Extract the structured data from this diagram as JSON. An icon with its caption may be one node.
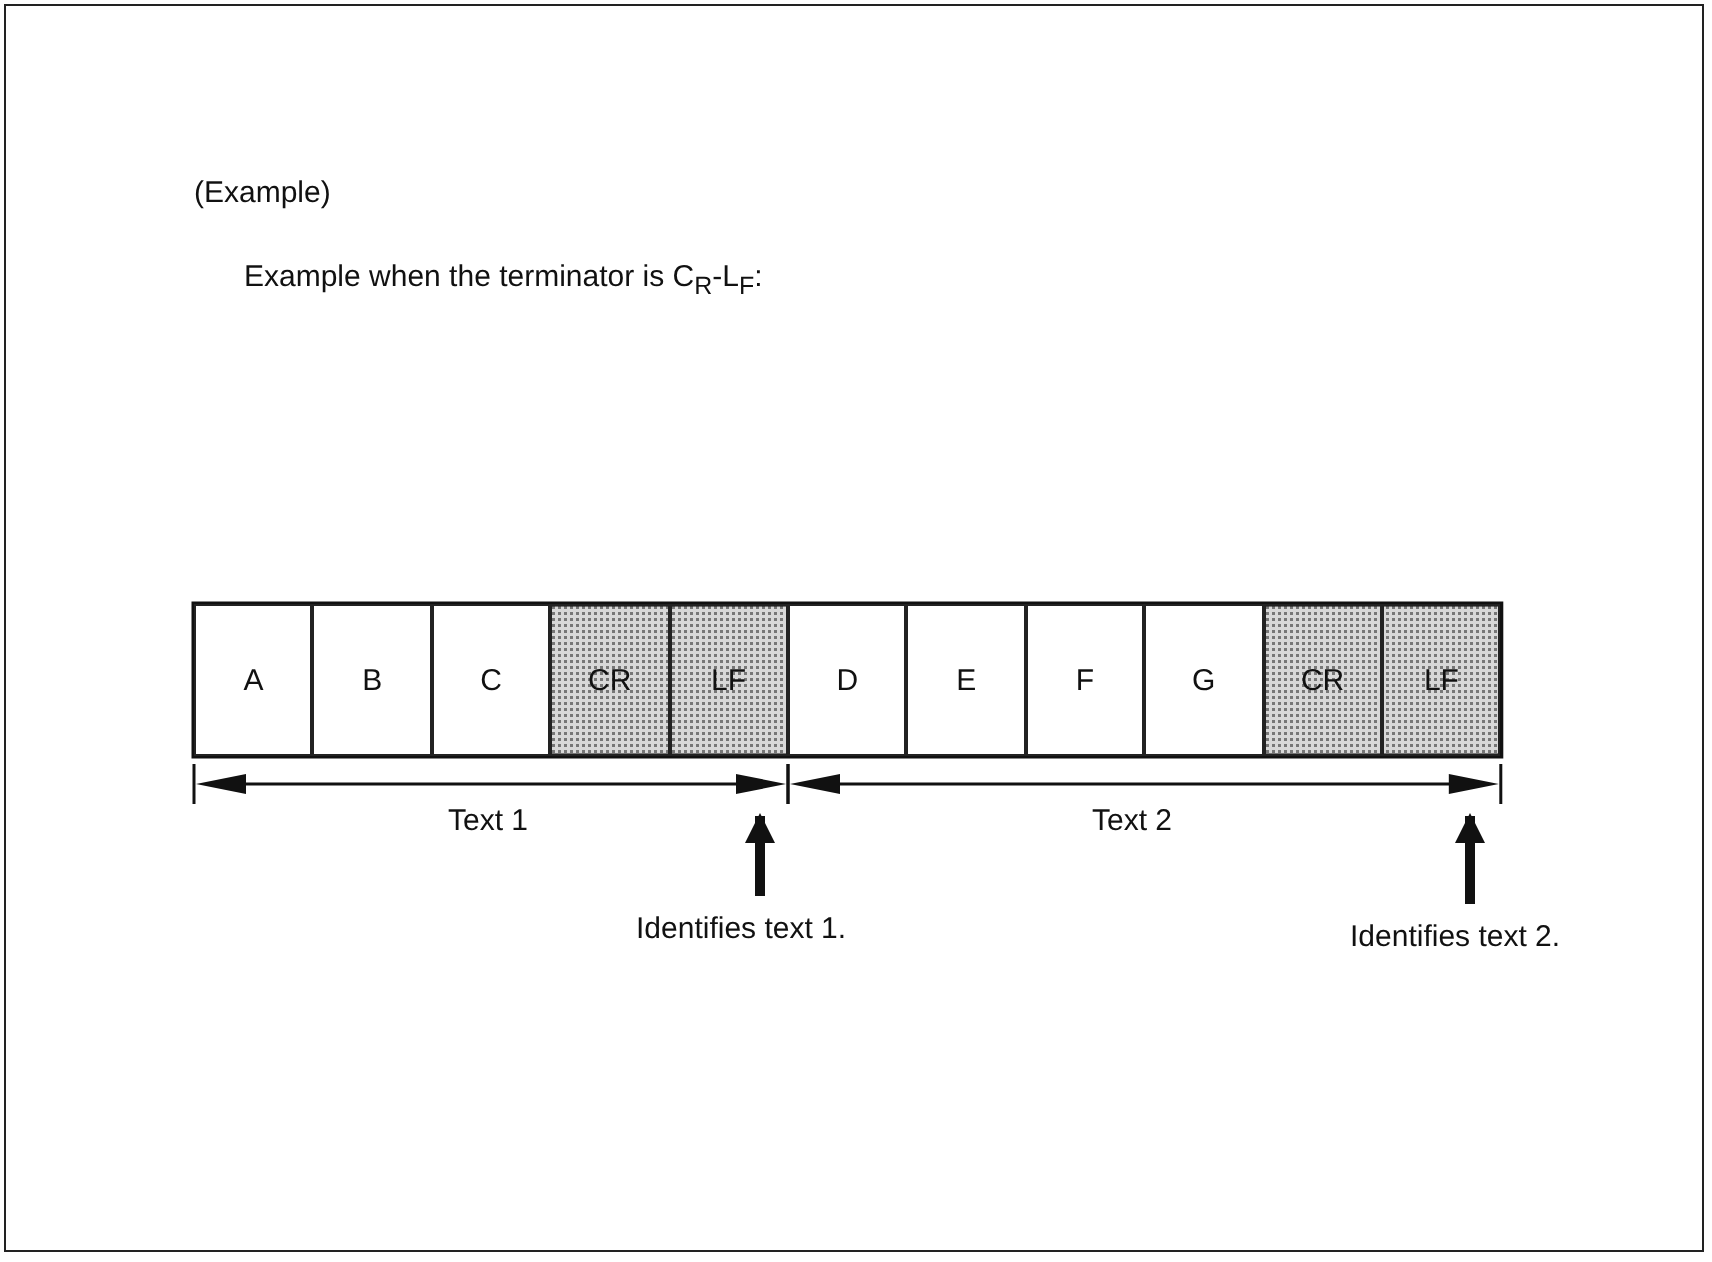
{
  "diagram": {
    "title": "(Example)",
    "nodes": [
      {
        "text": [
          "A"
        ]
      },
      {
        "text": [
          "B"
        ]
      },
      {
        "text": [
          "C"
        ]
      },
      {
        "text": [
          "CR"
        ]
      },
      {
        "text": [
          "LF"
        ]
      },
      {
        "text": [
          "D"
        ]
      },
      {
        "text": [
          "E"
        ]
      },
      {
        "text": [
          "F"
        ]
      },
      {
        "text": [
          "G"
        ]
      },
      {
        "text": [
          "CR"
        ]
      },
      {
        "text": [
          "LF"
        ]
      },
      {
        "text": [
          "Identifies text 1."
        ]
      },
      {
        "text": [
          "Identifies text 2."
        ]
      }
    ],
    "edges": [
      {
        "from": 11,
        "to": 4,
        "arrow": "to"
      },
      {
        "from": 12,
        "to": 10,
        "arrow": "to"
      }
    ],
    "labels": [
      "Example when the terminator is C$_{R}$-L$_{F}$:",
      "Text 1",
      "Text 2"
    ]
  }
}
